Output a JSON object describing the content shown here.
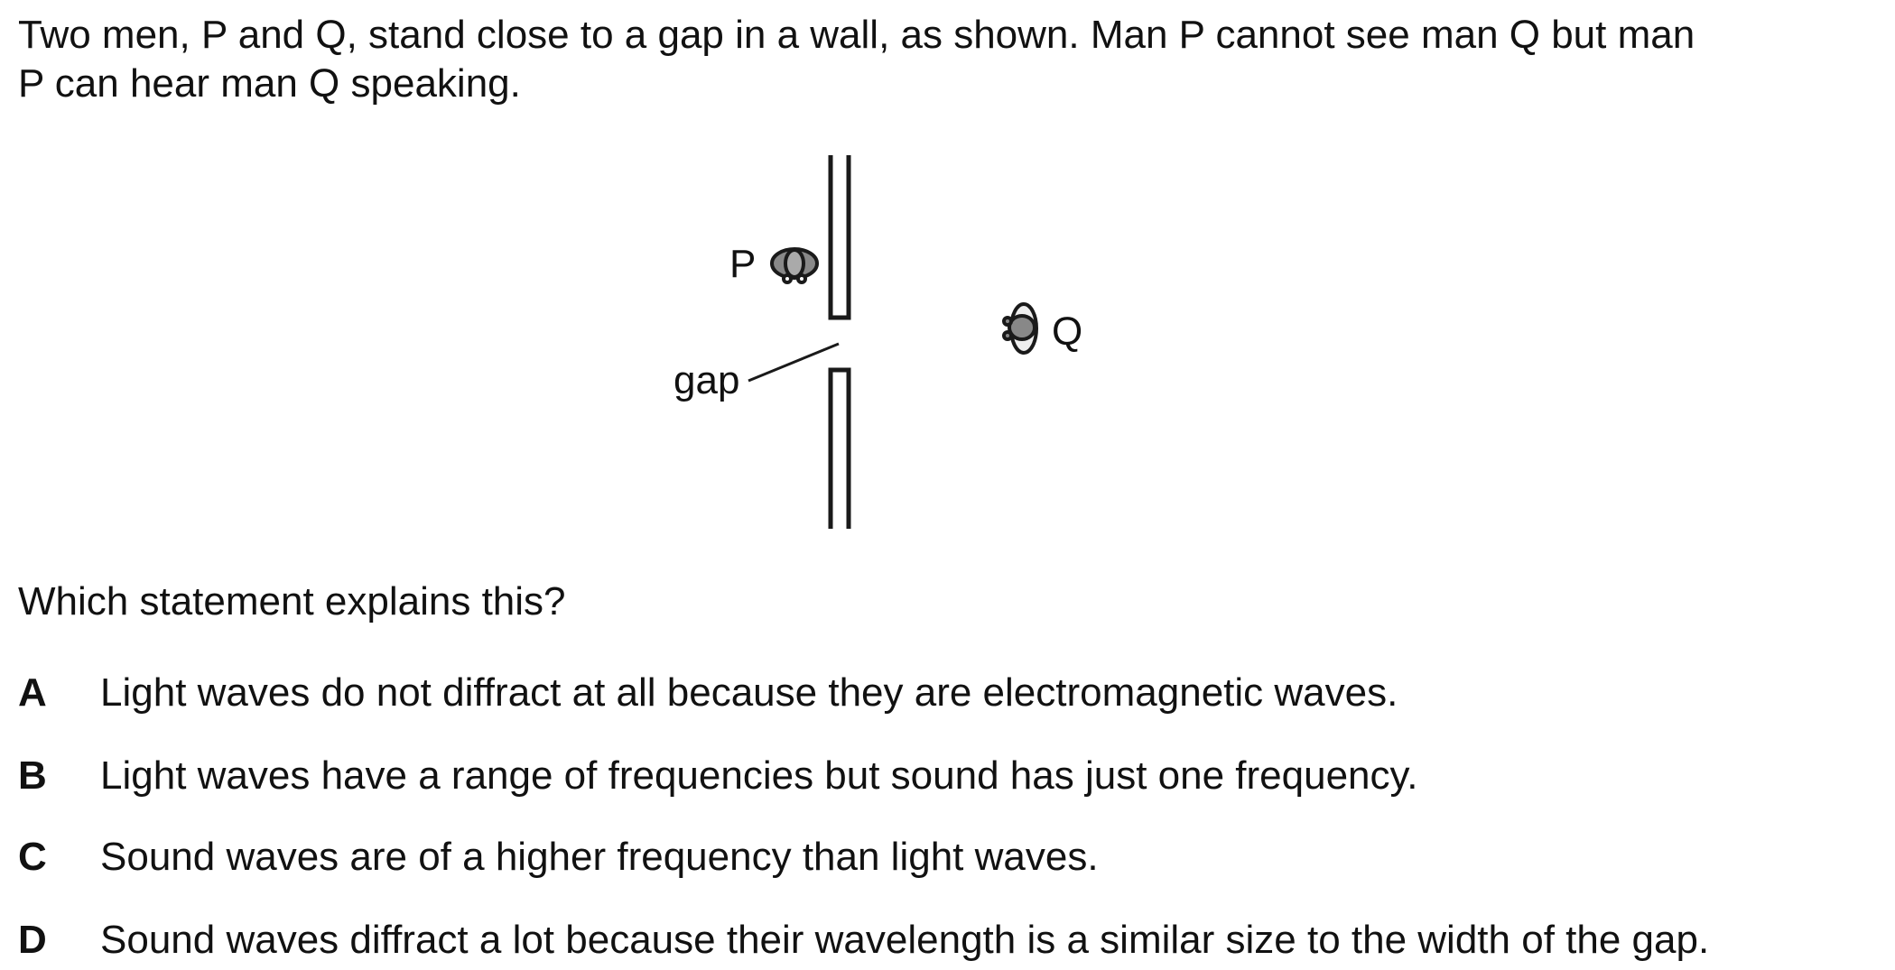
{
  "intro": {
    "line1": "Two men, P and Q, stand close to a gap in a wall, as shown. Man P cannot see man Q but man",
    "line2": "P can hear man Q speaking."
  },
  "diagram": {
    "label_p": "P",
    "label_q": "Q",
    "label_gap": "gap"
  },
  "question": "Which statement explains this?",
  "options": [
    {
      "letter": "A",
      "text": "Light waves do not diffract at all because they are electromagnetic waves."
    },
    {
      "letter": "B",
      "text": "Light waves have a range of frequencies but sound has just one frequency."
    },
    {
      "letter": "C",
      "text": "Sound waves are of a higher frequency than light waves."
    },
    {
      "letter": "D",
      "text": "Sound waves diffract a lot because their wavelength is a similar size to the width of the gap."
    }
  ]
}
